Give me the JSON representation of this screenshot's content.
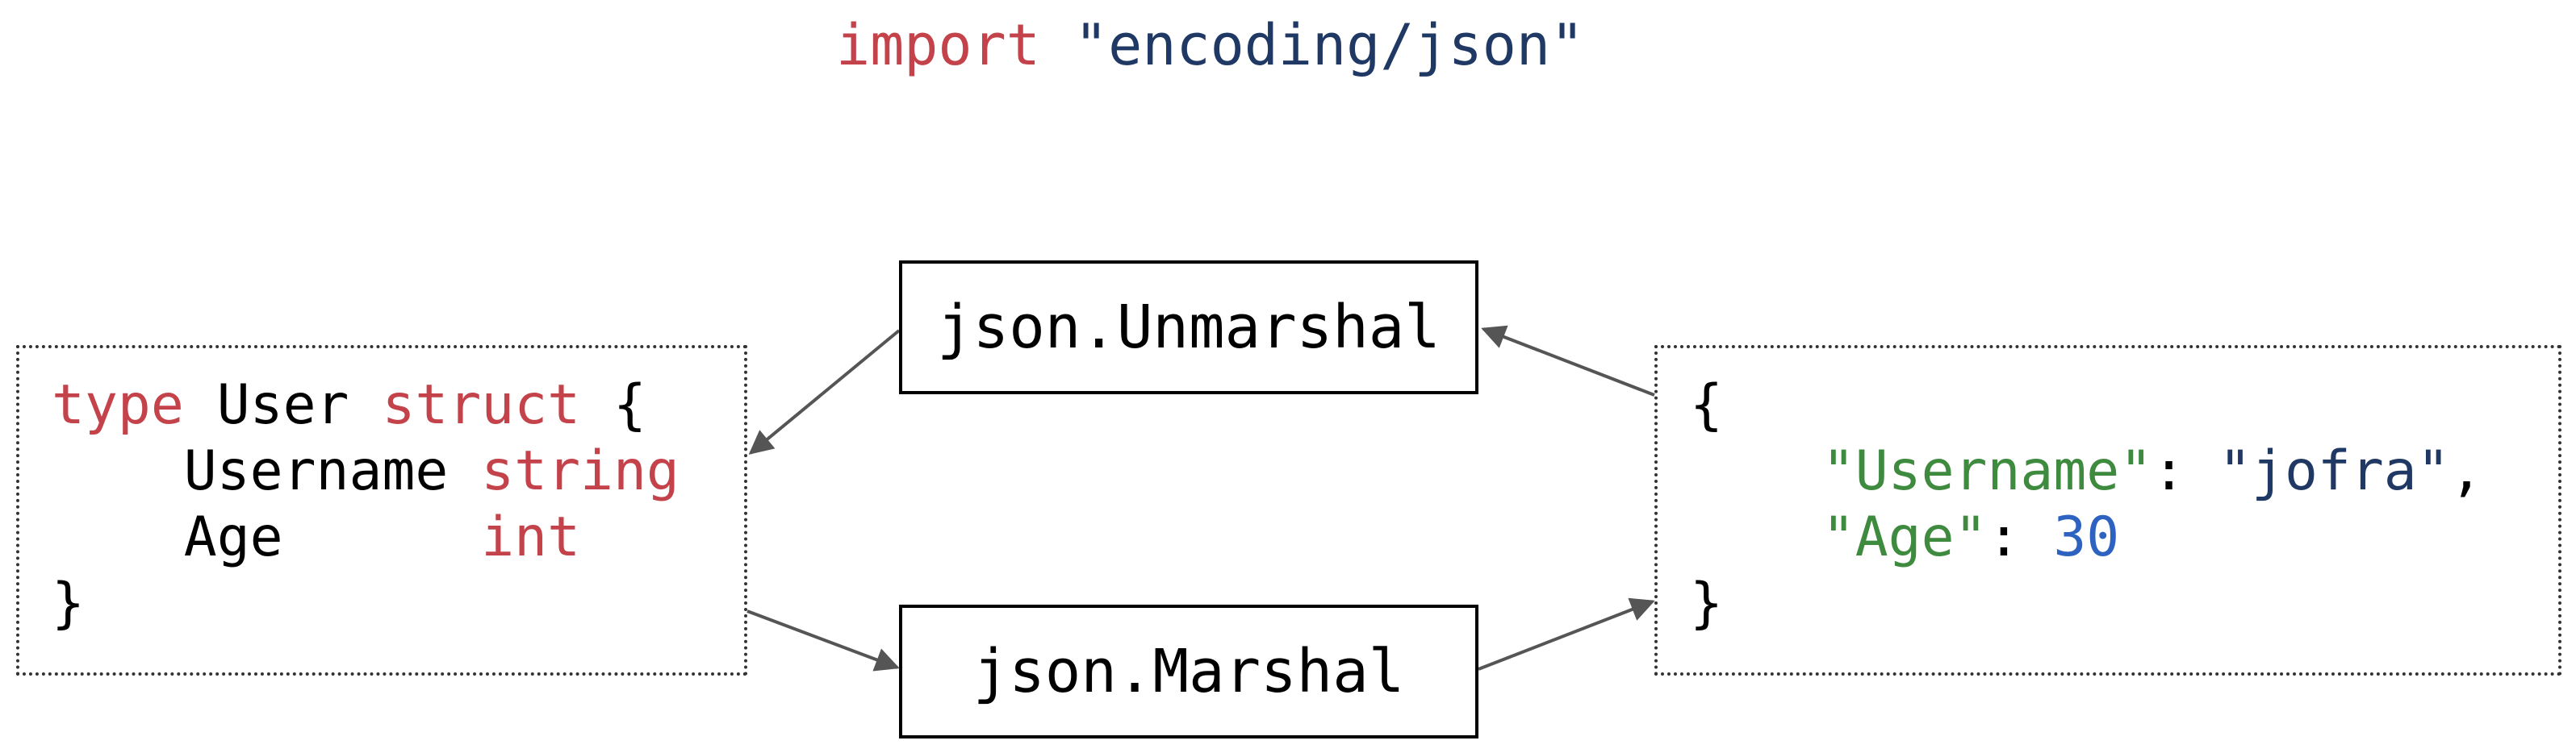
{
  "import_line": {
    "keyword": "import",
    "package": "\"encoding/json\""
  },
  "functions": {
    "unmarshal": "json.Unmarshal",
    "marshal": "json.Marshal"
  },
  "go_struct": {
    "kw_type": "type",
    "type_name": "User",
    "kw_struct": "struct",
    "open_brace": "{",
    "field1_name": "Username",
    "field1_type": "string",
    "field2_name": "Age",
    "field2_type": "int",
    "close_brace": "}"
  },
  "json_doc": {
    "open_brace": "{",
    "key1": "\"Username\"",
    "colon1": ": ",
    "value1": "\"jofra\"",
    "comma1": ",",
    "key2": "\"Age\"",
    "colon2": ": ",
    "value2": "30",
    "close_brace": "}"
  },
  "colors": {
    "keyword": "#c4434b",
    "string_value": "#1f3864",
    "json_key": "#3e8a3e",
    "number": "#2e62c0",
    "arrow": "#555555"
  }
}
